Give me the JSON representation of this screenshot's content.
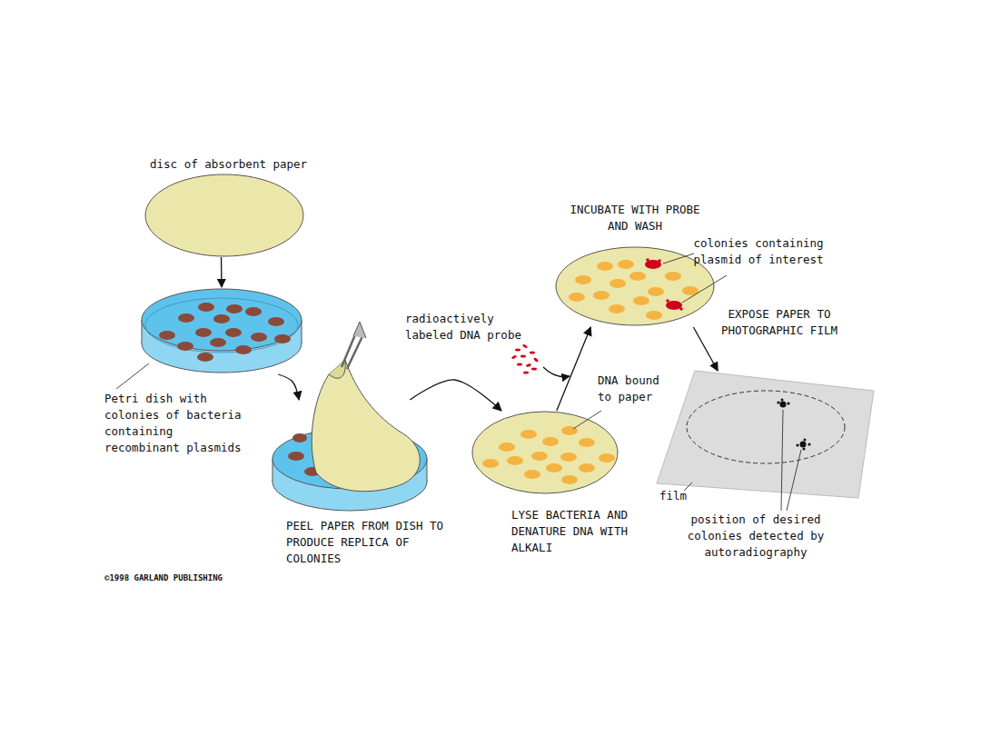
{
  "diagram": {
    "nodes": [
      {
        "text": [
          "disc of absorbent paper"
        ]
      },
      {
        "text": [
          "Petri dish with colonies of bacteria containing recombinant plasmids"
        ]
      },
      {
        "text": [
          "PEEL PAPER FROM DISH TO PRODUCE REPLICA OF COLONIES"
        ]
      },
      {
        "text": [
          "LYSE BACTERIA AND DENATURE DNA WITH ALKALI"
        ]
      },
      {
        "text": [
          "INCUBATE WITH PROBE AND WASH"
        ]
      },
      {
        "text": [
          "film"
        ]
      }
    ],
    "edges": [
      {
        "from": 0,
        "to": 1,
        "arrow": "to"
      },
      {
        "from": 1,
        "to": 2,
        "arrow": "to"
      },
      {
        "from": 2,
        "to": 3,
        "arrow": "to"
      },
      {
        "from": 3,
        "to": 4,
        "arrow": "to"
      },
      {
        "from": 4,
        "to": 5,
        "arrow": "to"
      }
    ],
    "labels": [
      "radioactively labeled DNA probe",
      "colonies containing plasmid of interest",
      "DNA bound to paper",
      "EXPOSE PAPER TO PHOTOGRAPHIC FILM",
      "position of desired colonies detected by autoradiography",
      "©1998 GARLAND PUBLISHING"
    ]
  }
}
